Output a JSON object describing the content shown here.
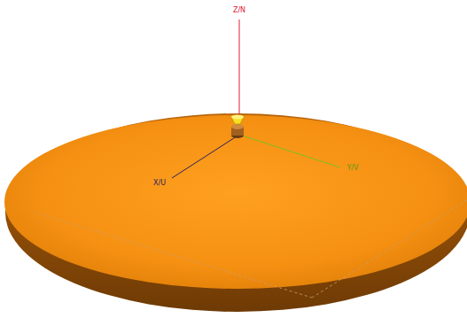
{
  "diagram": {
    "labels": [
      "Z/N",
      "X/U",
      "Y/V"
    ]
  }
}
